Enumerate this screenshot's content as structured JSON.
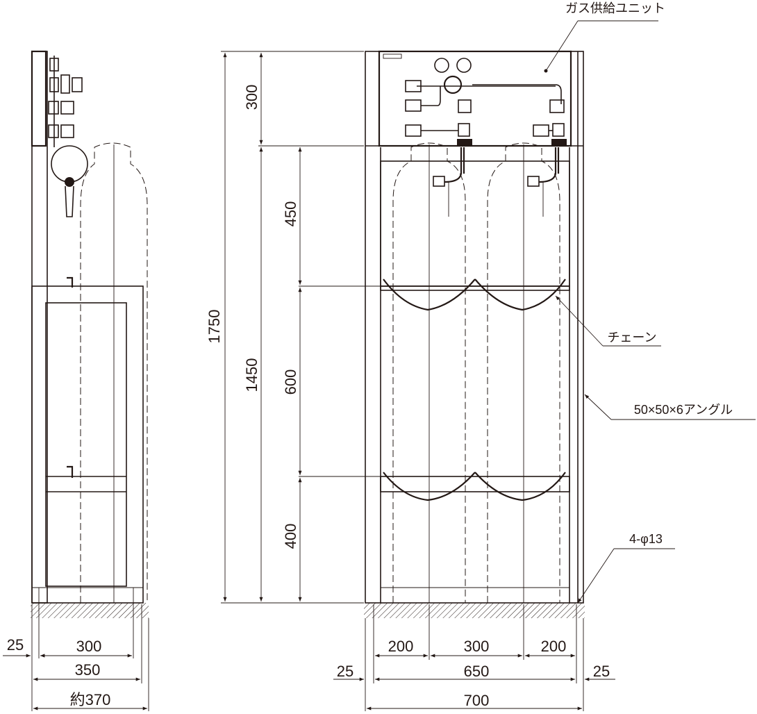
{
  "labels": {
    "gas_unit": "ガス供給ユニット",
    "chain": "チェーン",
    "angle": "50×50×6アングル",
    "holes": "4-φ13"
  },
  "dims_vertical": {
    "total": "1750",
    "top": "300",
    "frame": "1450",
    "upper": "450",
    "middle": "600",
    "lower": "400"
  },
  "dims_front": {
    "left_seg": "200",
    "mid_seg": "300",
    "right_seg": "200",
    "left_off": "25",
    "inner": "650",
    "right_off": "25",
    "overall": "700"
  },
  "dims_side": {
    "off": "25",
    "inner": "300",
    "mid": "350",
    "overall": "約370"
  }
}
